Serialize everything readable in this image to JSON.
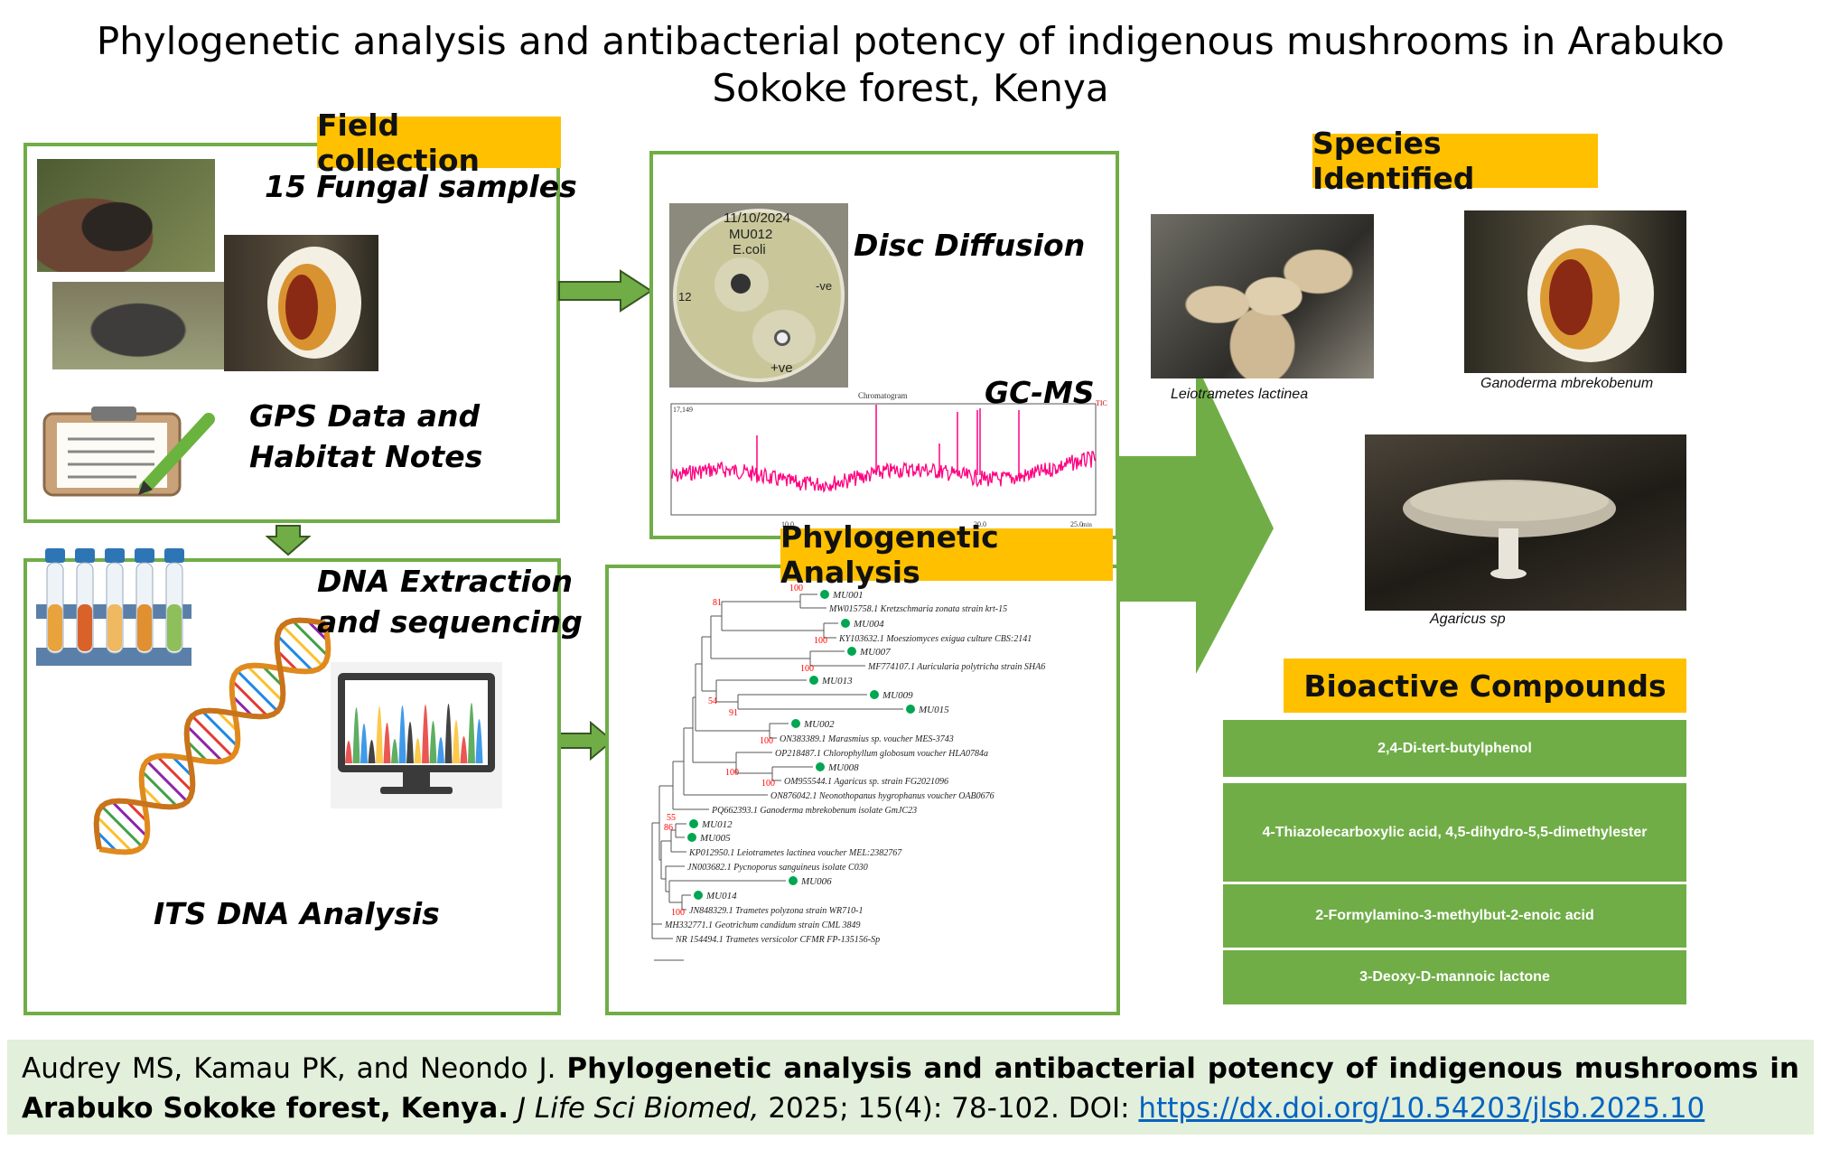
{
  "title": "Phylogenetic analysis and antibacterial potency of indigenous mushrooms in Arabuko Sokoke forest, Kenya",
  "field_collection": {
    "tag": "Field collection",
    "samples": "15 Fungal samples",
    "gps_line1": "GPS Data and",
    "gps_line2": "Habitat Notes"
  },
  "disc": {
    "label": "Disc Diffusion",
    "plate_text": [
      "11/10/2024",
      "MU012",
      "E.coli",
      "12",
      "-ve",
      "+ve"
    ],
    "gcms_label": "GC-MS",
    "chromatogram": {
      "title": "Chromatogram",
      "ymax_label": "17,149",
      "tic": "TIC",
      "ticks": [
        "10.0",
        "20.0",
        "25.0"
      ],
      "unit": "min"
    }
  },
  "dna": {
    "line1": "DNA Extraction",
    "line2": "and sequencing",
    "its": "ITS DNA Analysis"
  },
  "phylo": {
    "tag": "Phylogenetic Analysis",
    "leaves": [
      {
        "label": "MU001",
        "sample": true
      },
      {
        "label": "MW015758.1 Kretzschmaria zonata strain krt-15",
        "sample": false
      },
      {
        "label": "MU004",
        "sample": true
      },
      {
        "label": "KY103632.1 Moesziomyces exigua culture CBS:2141",
        "sample": false
      },
      {
        "label": "MU007",
        "sample": true
      },
      {
        "label": "MF774107.1 Auricularia polytricha strain SHA6",
        "sample": false
      },
      {
        "label": "MU013",
        "sample": true
      },
      {
        "label": "MU009",
        "sample": true
      },
      {
        "label": "MU015",
        "sample": true
      },
      {
        "label": "MU002",
        "sample": true
      },
      {
        "label": "ON383389.1 Marasmius sp. voucher MES-3743",
        "sample": false
      },
      {
        "label": "OP218487.1 Chlorophyllum globosum voucher HLA0784a",
        "sample": false
      },
      {
        "label": "MU008",
        "sample": true
      },
      {
        "label": "OM955544.1 Agaricus sp. strain FG2021096",
        "sample": false
      },
      {
        "label": "ON876042.1 Neonothopanus hygrophanus voucher OAB0676",
        "sample": false
      },
      {
        "label": "PQ662393.1 Ganoderma mbrekobenum isolate GmJC23",
        "sample": false
      },
      {
        "label": "MU012",
        "sample": true
      },
      {
        "label": "MU005",
        "sample": true
      },
      {
        "label": "KP012950.1 Leiotrametes lactinea voucher MEL:2382767",
        "sample": false
      },
      {
        "label": "JN003682.1 Pycnoporus sanguineus isolate C030",
        "sample": false
      },
      {
        "label": "MU006",
        "sample": true
      },
      {
        "label": "MU014",
        "sample": true
      },
      {
        "label": "JN848329.1 Trametes polyzona strain WR710-1",
        "sample": false
      },
      {
        "label": "MH332771.1 Geotrichum candidum strain CML 3849",
        "sample": false
      },
      {
        "label": "NR 154494.1 Trametes versicolor CFMR FP-135156-Sp",
        "sample": false
      }
    ],
    "bootstrap": [
      "100",
      "81",
      "100",
      "100",
      "54",
      "91",
      "100",
      "100",
      "100",
      "55",
      "86",
      "100"
    ],
    "sample_dot_color": "#00a651",
    "bootstrap_color": "#ff0000"
  },
  "species": {
    "tag": "Species Identified",
    "items": [
      "Leiotrametes lactinea",
      "Ganoderma mbrekobenum",
      "Agaricus sp"
    ]
  },
  "bioactive": {
    "tag": "Bioactive Compounds",
    "compounds": [
      "2,4-Di-tert-butylphenol",
      "4-Thiazolecarboxylic acid, 4,5-dihydro-5,5-dimethylester",
      "2-Formylamino-3-methylbut-2-enoic acid",
      "3-Deoxy-D-mannoic lactone"
    ]
  },
  "citation": {
    "authors": "Audrey MS, Kamau PK, and Neondo J. ",
    "title": "Phylogenetic analysis and antibacterial potency of indigenous mushrooms in Arabuko Sokoke forest, Kenya.",
    "journal": "J Life Sci Biomed,",
    "details": " 2025; 15(4): 78-102. DOI: ",
    "doi": "https://dx.doi.org/10.54203/jlsb.2025.10"
  },
  "colors": {
    "green": "#70ad47",
    "orange": "#ffc000",
    "citation_bg": "#e2efda",
    "chromatogram": "#ff0080"
  }
}
